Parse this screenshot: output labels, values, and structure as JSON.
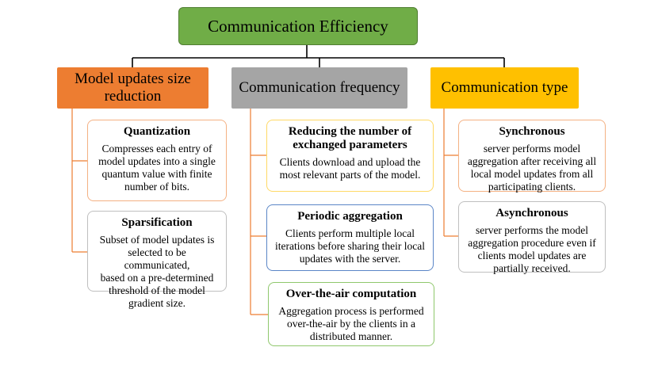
{
  "root": {
    "label": "Communication Efficiency"
  },
  "categories": [
    {
      "label_lines": [
        "Model updates size",
        "reduction"
      ],
      "color": "#ed7d31"
    },
    {
      "label_lines": [
        "Communication frequency"
      ],
      "color": "#a5a5a5"
    },
    {
      "label_lines": [
        "Communication type"
      ],
      "color": "#ffc000"
    }
  ],
  "cards": {
    "quantization": {
      "title_lines": [
        "Quantization"
      ],
      "desc_lines": [
        "Compresses each entry of",
        "model updates into a single",
        "quantum value with finite",
        "number of bits."
      ]
    },
    "sparsification": {
      "title_lines": [
        "Sparsification"
      ],
      "desc_lines": [
        "Subset of model updates is",
        "selected to be communicated,",
        "based on a pre-determined",
        "threshold of the model",
        "gradient size."
      ]
    },
    "reducing": {
      "title_lines": [
        "Reducing the number of",
        "exchanged parameters"
      ],
      "desc_lines": [
        "Clients download and upload the",
        "most relevant parts of the model."
      ]
    },
    "periodic": {
      "title_lines": [
        "Periodic aggregation"
      ],
      "desc_lines": [
        "Clients perform multiple local",
        "iterations before sharing their local",
        "updates with the server."
      ]
    },
    "ota": {
      "title_lines": [
        "Over-the-air computation"
      ],
      "desc_lines": [
        "Aggregation process is performed",
        "over-the-air by the clients in a",
        "distributed manner."
      ]
    },
    "sync": {
      "title_lines": [
        "Synchronous"
      ],
      "desc_lines": [
        "server performs model",
        "aggregation after receiving all",
        "local model updates from all",
        "participating clients."
      ]
    },
    "async": {
      "title_lines": [
        "Asynchronous"
      ],
      "desc_lines": [
        "server performs the model",
        "aggregation procedure even if",
        "clients model updates are",
        "partially received."
      ]
    }
  }
}
